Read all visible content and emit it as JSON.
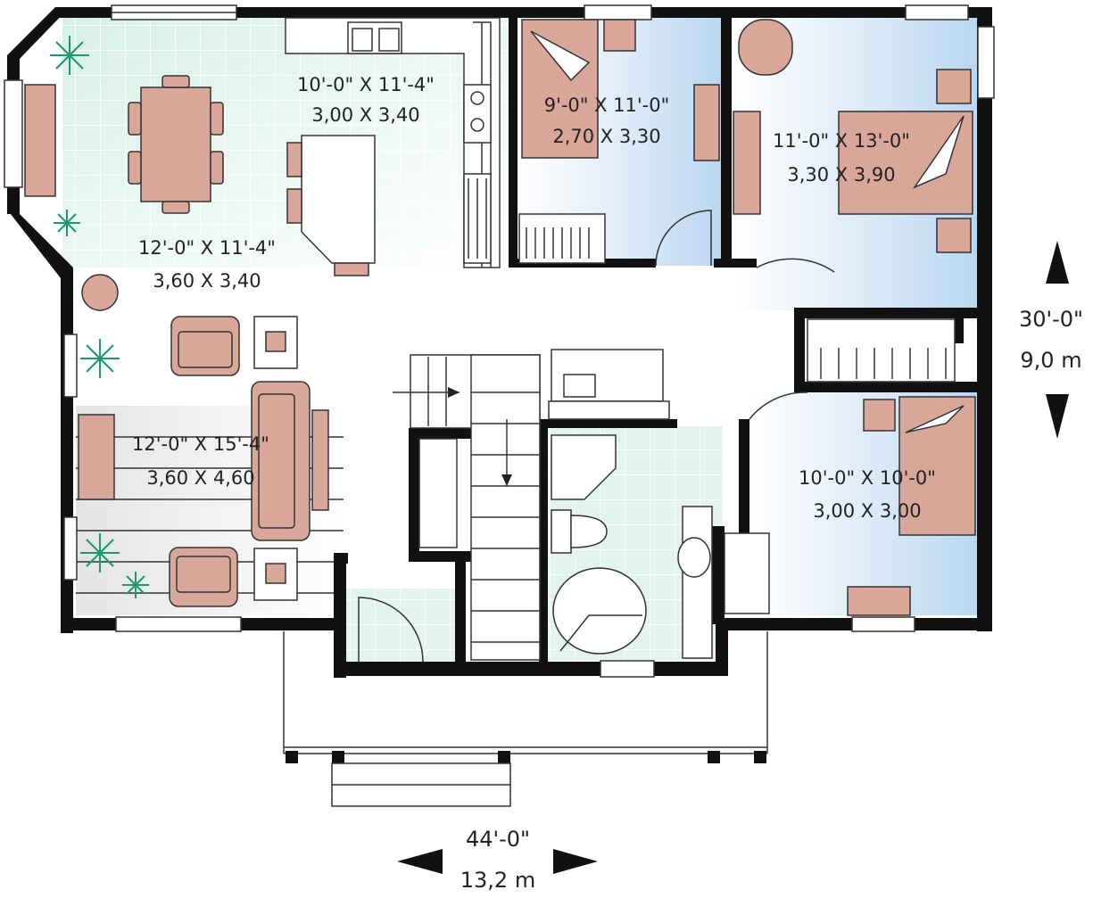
{
  "rooms": {
    "kitchen": {
      "imperial": "10'-0\" X 11'-4\"",
      "metric": "3,00 X 3,40"
    },
    "dining": {
      "imperial": "12'-0\" X 11'-4\"",
      "metric": "3,60 X 3,40"
    },
    "living": {
      "imperial": "12'-0\" X 15'-4\"",
      "metric": "3,60 X 4,60"
    },
    "bedroom_small": {
      "imperial": "9'-0\" X 11'-0\"",
      "metric": "2,70 X 3,30"
    },
    "bedroom_master": {
      "imperial": "11'-0\" X 13'-0\"",
      "metric": "3,30 X 3,90"
    },
    "bedroom_third": {
      "imperial": "10'-0\" X 10'-0\"",
      "metric": "3,00 X 3,00"
    }
  },
  "dimensions": {
    "depth": {
      "imperial": "30'-0\"",
      "metric": "9,0 m"
    },
    "width": {
      "imperial": "44'-0\"",
      "metric": "13,2 m"
    }
  },
  "colors": {
    "wall": "#111111",
    "kitchen_floor": "#e3f4ee",
    "bedroom_floor": "#d4e8f6",
    "bath_floor": "#e3f4ee",
    "wood_floor": "#ececec",
    "furniture": "#d9a799",
    "plant": "#1a9a6a"
  }
}
